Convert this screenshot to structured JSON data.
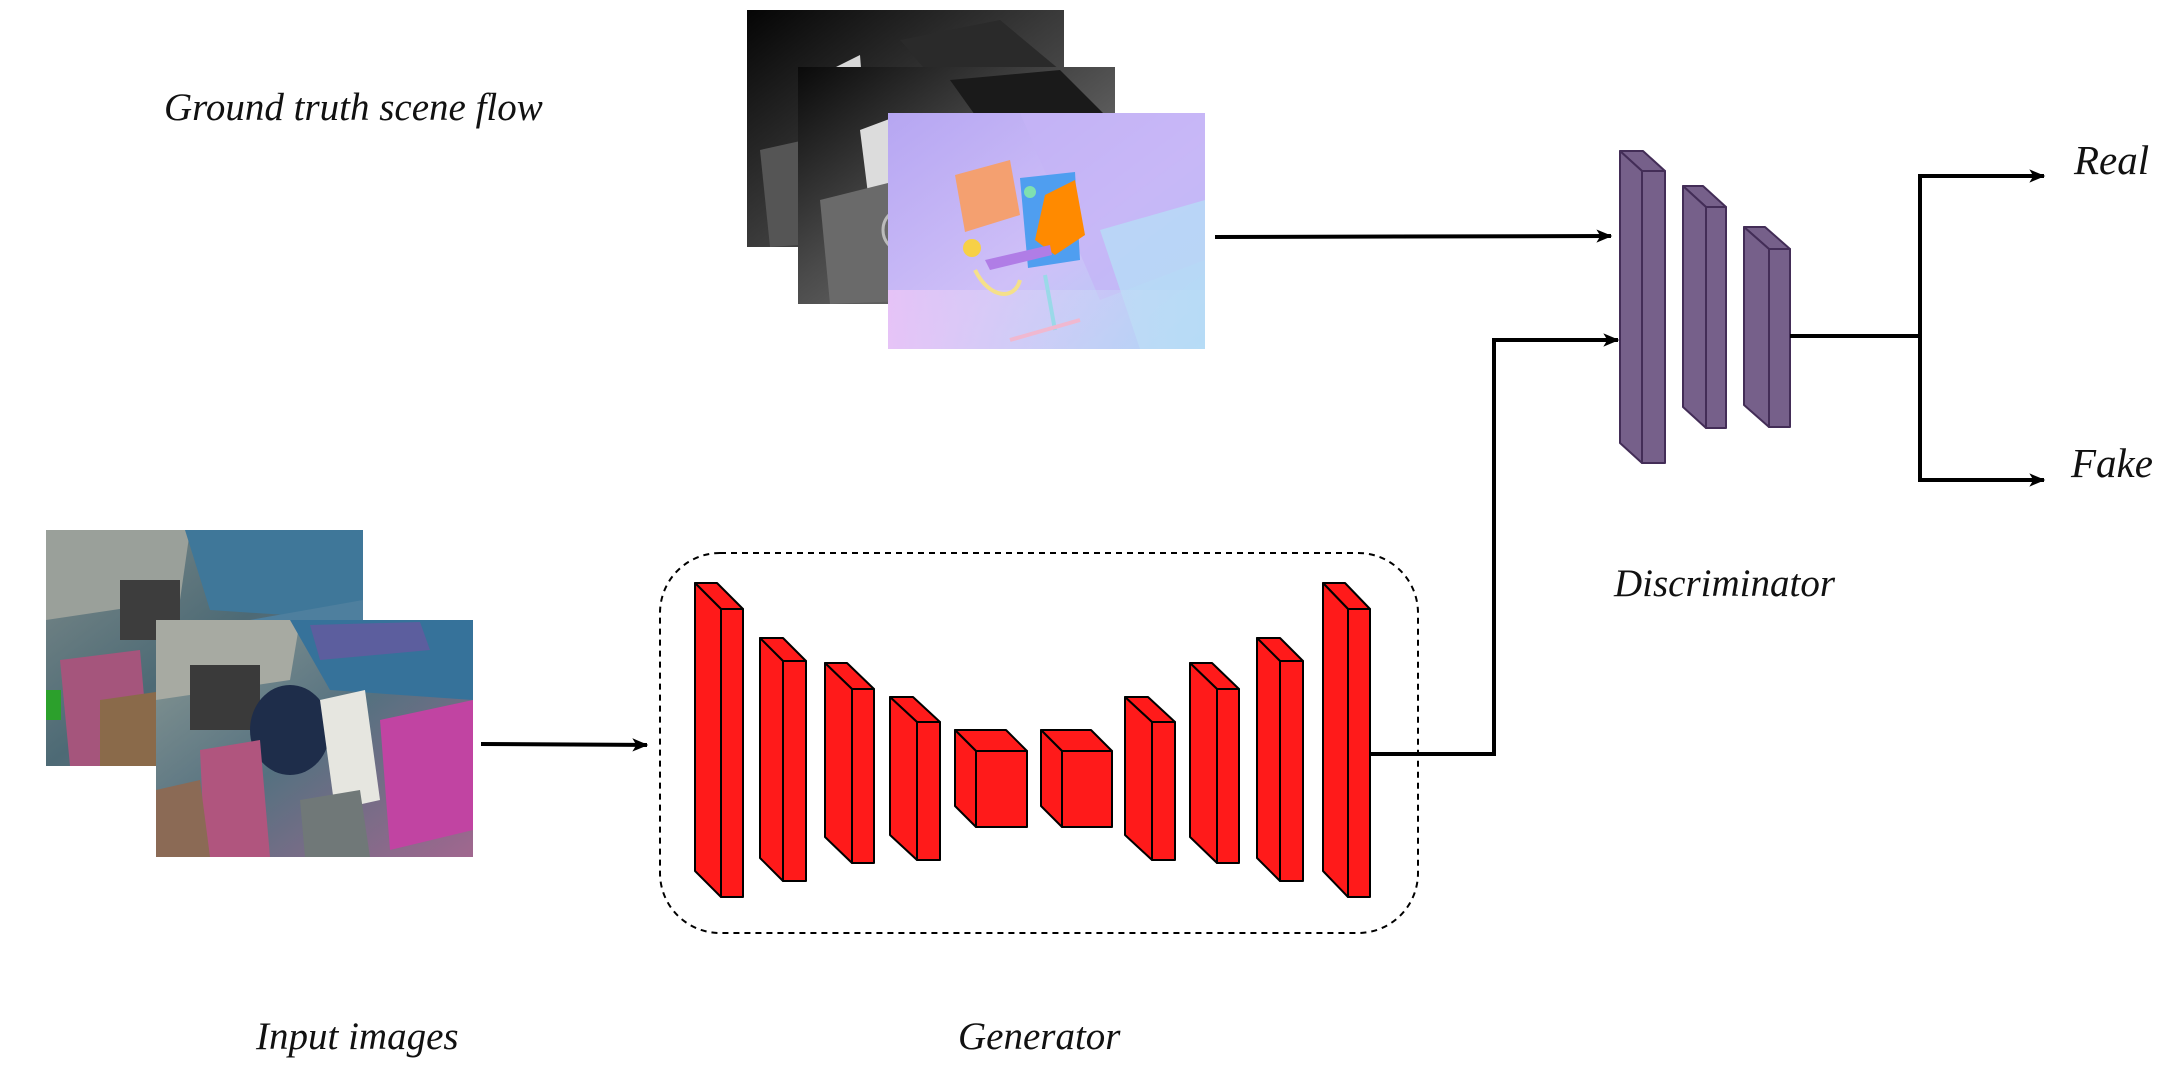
{
  "labels": {
    "ground_truth": "Ground truth scene flow",
    "input_images": "Input images",
    "generator": "Generator",
    "discriminator": "Discriminator",
    "real": "Real",
    "fake": "Fake"
  },
  "colors": {
    "generator_block": "#ff1a1a",
    "discriminator_block": "#76608a",
    "arrow": "#000000"
  },
  "icons": {
    "scene_flow_stack": "stacked-scene-flow-images",
    "input_stack": "stacked-input-images"
  }
}
